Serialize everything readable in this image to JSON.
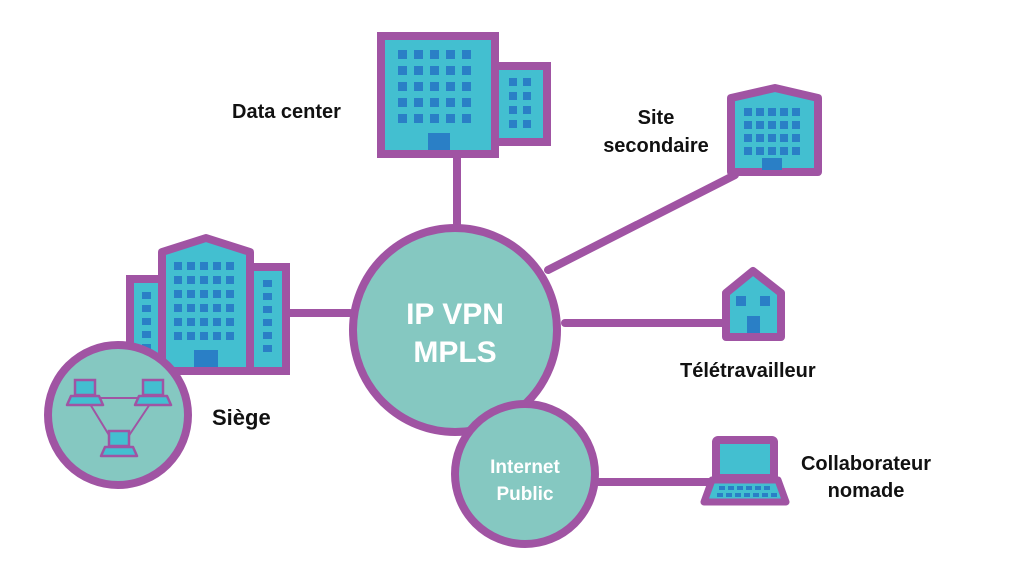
{
  "diagram": {
    "hub": {
      "line1": "IP VPN",
      "line2": "MPLS"
    },
    "internet": {
      "line1": "Internet",
      "line2": "Public"
    },
    "nodes": {
      "datacenter": {
        "label": "Data center"
      },
      "secondary": {
        "line1": "Site",
        "line2": "secondaire"
      },
      "teleworker": {
        "label": "Télétravailleur"
      },
      "nomad": {
        "line1": "Collaborateur",
        "line2": "nomade"
      },
      "hq": {
        "label": "Siège"
      }
    }
  },
  "colors": {
    "outline": "#a054a3",
    "fill_teal": "#85c8c1",
    "building": "#43bfd0",
    "window": "#2a7fc6",
    "text": "#111111",
    "hub_text": "#ffffff"
  }
}
